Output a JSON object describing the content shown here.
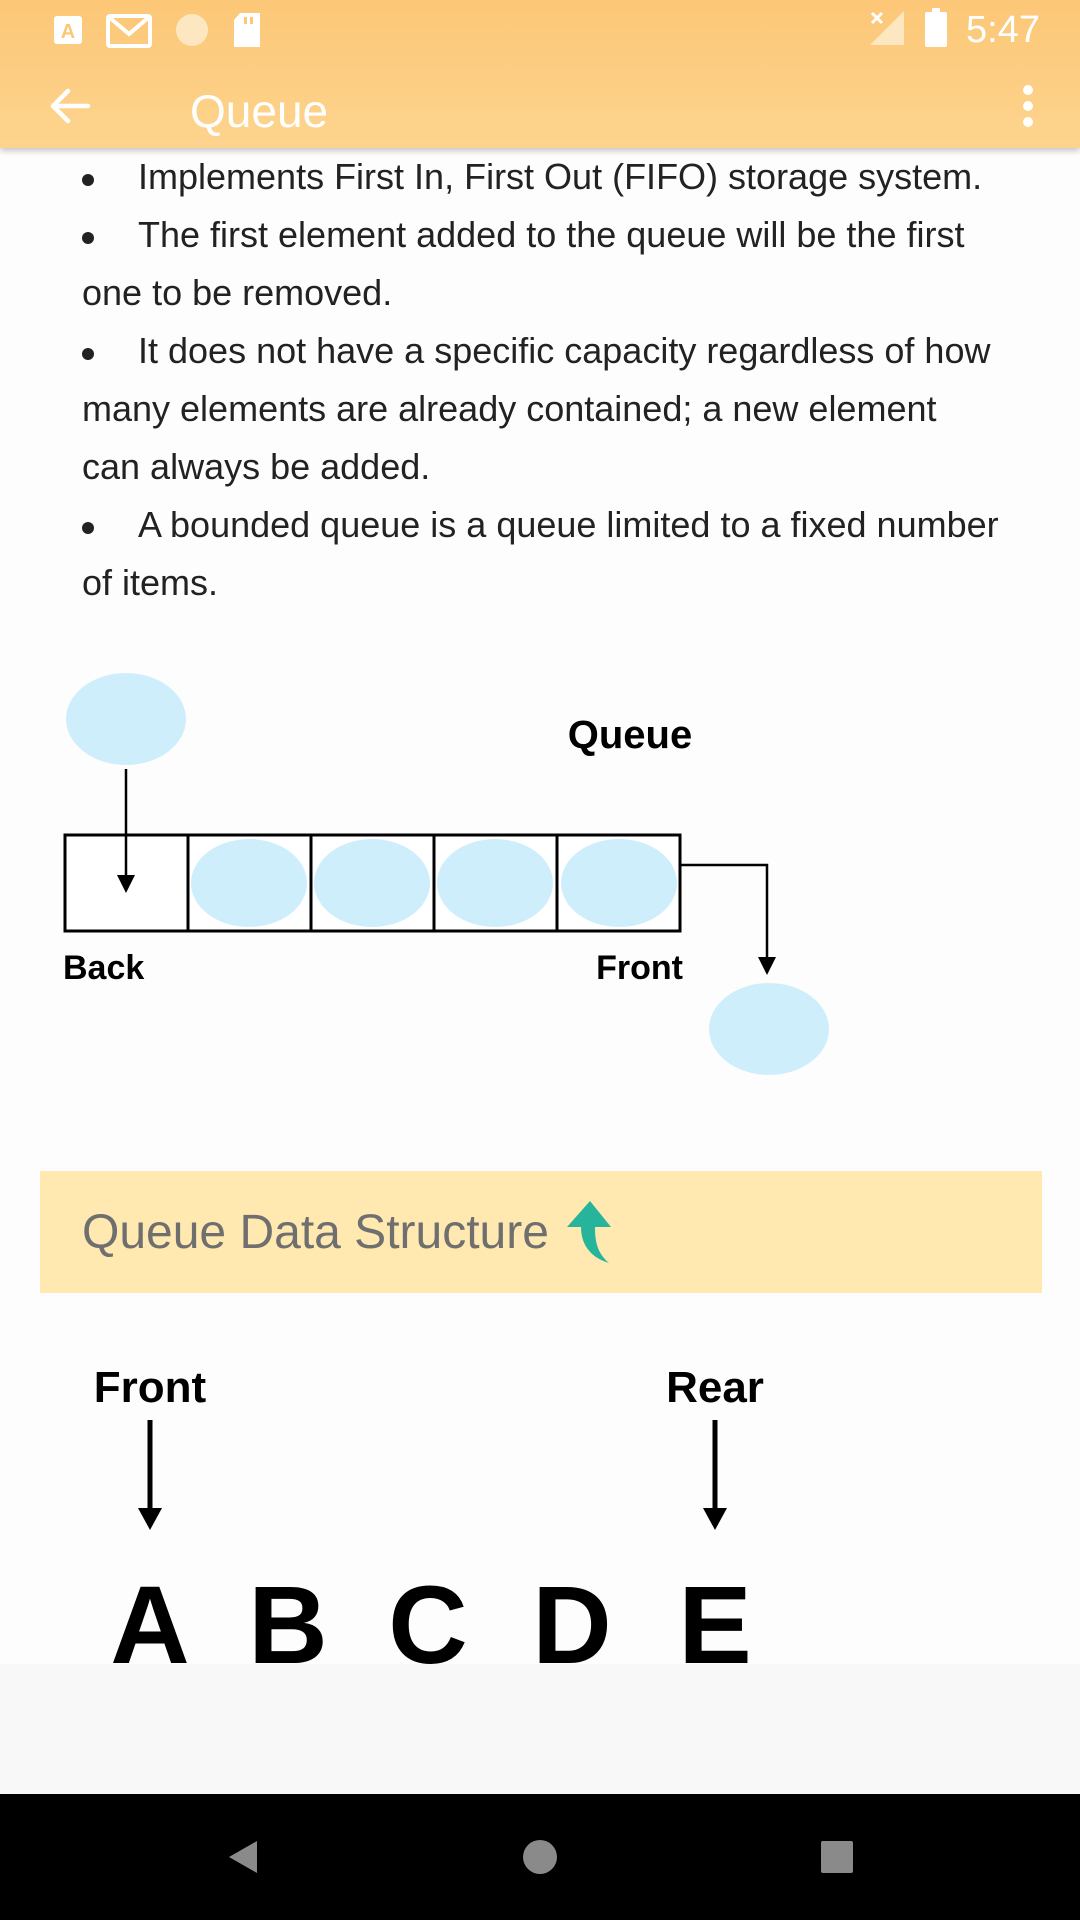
{
  "status_bar": {
    "time": "5:47",
    "left_icons": [
      "a-icon",
      "gmail-icon",
      "circle-icon",
      "sd-card-icon"
    ],
    "right_icons": [
      "no-signal-icon",
      "battery-icon"
    ]
  },
  "toolbar": {
    "title": "Queue",
    "back_icon": "arrow-left-icon",
    "menu_icon": "more-vert-icon"
  },
  "content": {
    "bullets": [
      "Implements First In, First Out (FIFO) storage system.",
      "The first element added to the queue will be the first one to be removed.",
      "It does not have a specific capacity regardless of how many elements are already contained; a new element can always be added.",
      "A bounded queue is a queue limited to a fixed number of items."
    ],
    "diagram1": {
      "title": "Queue",
      "back_label": "Back",
      "front_label": "Front"
    },
    "section": {
      "title": "Queue Data Structure",
      "icon": "arrow-up-icon"
    },
    "diagram2": {
      "front_label": "Front",
      "rear_label": "Rear",
      "letters": [
        "A",
        "B",
        "C",
        "D",
        "E"
      ]
    }
  },
  "navbar": {
    "back": "nav-back-icon",
    "home": "nav-home-icon",
    "recents": "nav-recents-icon"
  },
  "colors": {
    "toolbar": "#fcc777",
    "banner": "#ffe9b0",
    "bubble": "#cfeefb",
    "accent_arrow": "#26b59a"
  }
}
